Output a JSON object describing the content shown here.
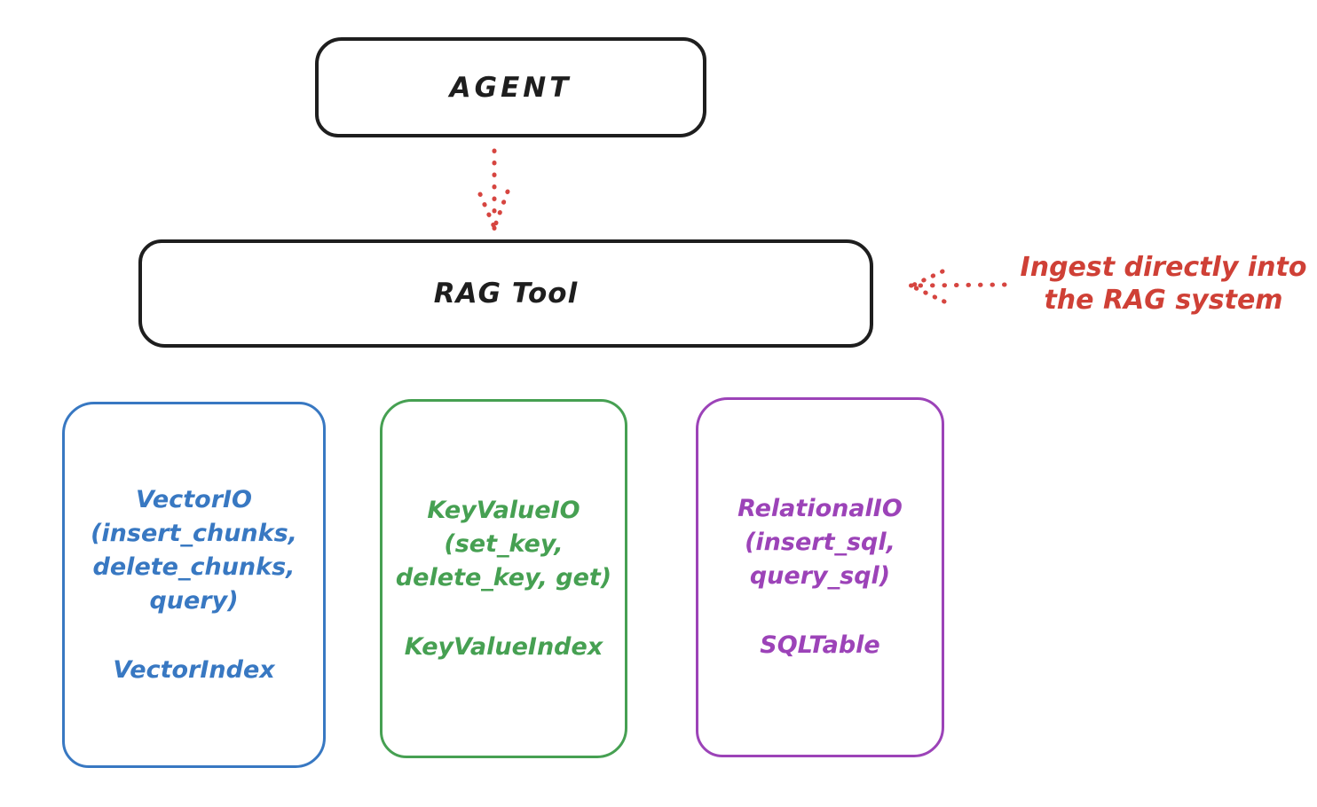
{
  "diagram": {
    "agent_box": {
      "label": "AGENT"
    },
    "rag_tool_box": {
      "label": "RAG Tool"
    },
    "annotation": {
      "line1": "Ingest directly into",
      "line2": "the RAG system"
    },
    "io_boxes": [
      {
        "name": "vector-io",
        "lines": [
          "VectorIO",
          "(insert_chunks,",
          "delete_chunks,",
          "query)"
        ],
        "index_label": "VectorIndex",
        "color": "#3878c2"
      },
      {
        "name": "keyvalue-io",
        "lines": [
          "KeyValueIO",
          "(set_key,",
          "delete_key, get)"
        ],
        "index_label": "KeyValueIndex",
        "color": "#46a052"
      },
      {
        "name": "relational-io",
        "lines": [
          "RelationalIO",
          "(insert_sql,",
          "query_sql)"
        ],
        "index_label": "SQLTable",
        "color": "#9c43b8"
      }
    ],
    "colors": {
      "stroke_black": "#1e1e1e",
      "accent_red": "#d0443c",
      "background": "#ffffff"
    }
  }
}
